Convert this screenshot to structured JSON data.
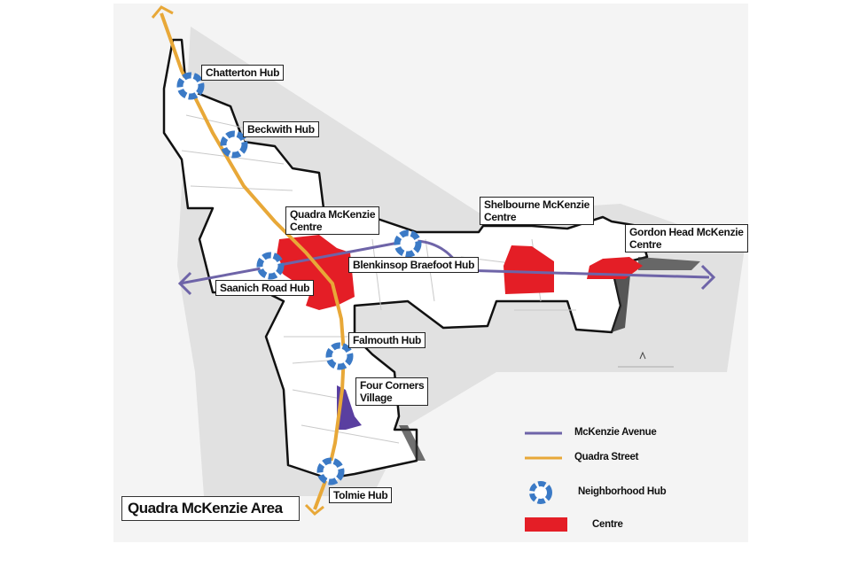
{
  "map": {
    "title": "Quadra McKenzie Area",
    "labels": {
      "chatterton": "Chatterton Hub",
      "beckwith": "Beckwith Hub",
      "quadra_centre": "Quadra McKenzie\nCentre",
      "shelbourne_centre": "Shelbourne McKenzie\nCentre",
      "gordon_head_centre": "Gordon Head McKenzie\nCentre",
      "blenkinsop": "Blenkinsop Braefoot Hub",
      "saanich_road": "Saanich Road Hub",
      "falmouth": "Falmouth Hub",
      "four_corners": "Four Corners\nVillage",
      "tolmie": "Tolmie Hub"
    },
    "colors": {
      "mckenzie_avenue": "#6e64a8",
      "quadra_street": "#e8a838",
      "hub": "#3b7ac6",
      "centre": "#e41e26",
      "village": "#5a3fa0",
      "boundary": "#111111"
    }
  },
  "legend": {
    "items": [
      {
        "label": "McKenzie Avenue",
        "type": "line",
        "color": "#6e64a8"
      },
      {
        "label": "Quadra Street",
        "type": "line",
        "color": "#e8a838"
      },
      {
        "label": "Neighborhood Hub",
        "type": "hub",
        "color": "#3b7ac6"
      },
      {
        "label": "Centre",
        "type": "area",
        "color": "#e41e26"
      }
    ]
  }
}
